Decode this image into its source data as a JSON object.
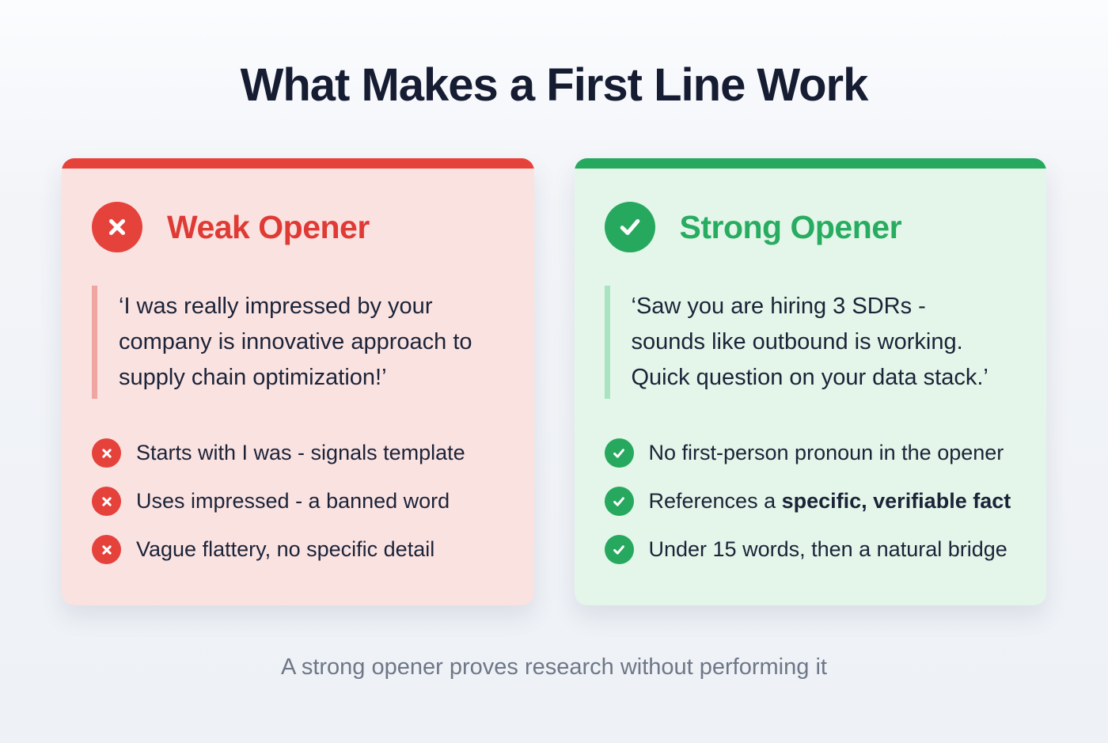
{
  "page": {
    "title": "What Makes a First Line Work",
    "footer": "A strong opener proves research without performing it"
  },
  "colors": {
    "red_accent": "#E6423C",
    "red_card_bg": "#FAE2E1",
    "red_quote_bar": "#EFA6A3",
    "green_accent": "#26A95E",
    "green_card_bg": "#E3F6E9",
    "green_quote_bar": "#A9E3C0",
    "heading_navy": "#161D33",
    "body_navy": "#1B2338",
    "footer_gray": "#6E7787"
  },
  "cards": {
    "weak": {
      "title": "Weak Opener",
      "icon": "x-circle-icon",
      "quote": "‘I was really impressed by your company is innovative approach to supply chain optimization!’",
      "items": [
        {
          "text": "Starts with I was - signals template"
        },
        {
          "text": "Uses impressed - a banned word"
        },
        {
          "text": "Vague flattery, no specific detail"
        }
      ]
    },
    "strong": {
      "title": "Strong Opener",
      "icon": "check-circle-icon",
      "quote": "‘Saw you are hiring 3 SDRs - sounds like outbound is working. Quick question on your data stack.’",
      "items": [
        {
          "text": "No first-person pronoun in the opener"
        },
        {
          "text": "References a ",
          "bold": "specific, verifiable fact"
        },
        {
          "text": "Under 15 words, then a natural bridge"
        }
      ]
    }
  }
}
